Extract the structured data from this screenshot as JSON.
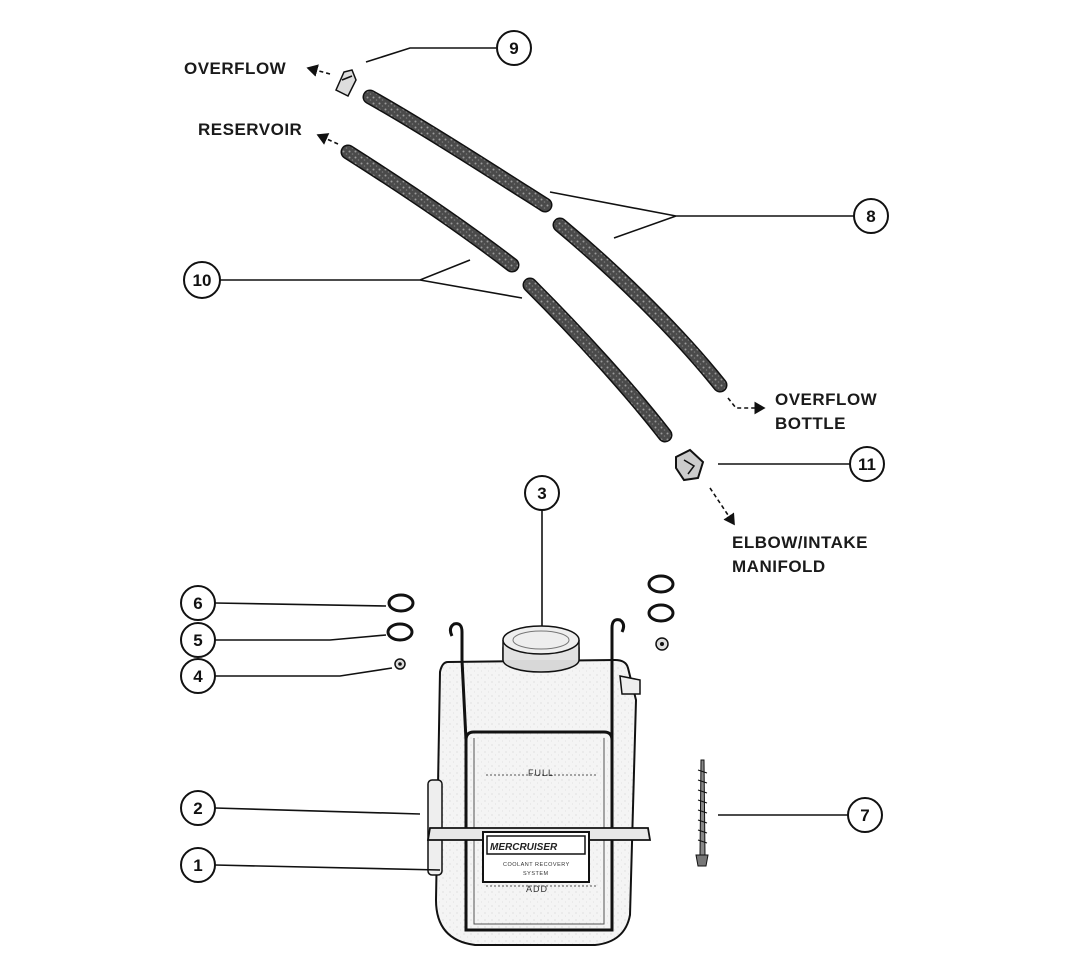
{
  "labels": {
    "overflow": "OVERFLOW",
    "reservoir": "RESERVOIR",
    "overflow_bottle_1": "OVERFLOW",
    "overflow_bottle_2": "BOTTLE",
    "elbow_1": "ELBOW/INTAKE",
    "elbow_2": "MANIFOLD"
  },
  "tank": {
    "full": "FULL",
    "add": "ADD",
    "logo": "MERCRUISER",
    "plate_line1": "COOLANT RECOVERY",
    "plate_line2": "SYSTEM"
  },
  "callouts": [
    "1",
    "2",
    "3",
    "4",
    "5",
    "6",
    "7",
    "8",
    "9",
    "10",
    "11"
  ],
  "colors": {
    "ink": "#111111",
    "hose": "#3a3a3a",
    "tank": "#f2f2f2"
  }
}
